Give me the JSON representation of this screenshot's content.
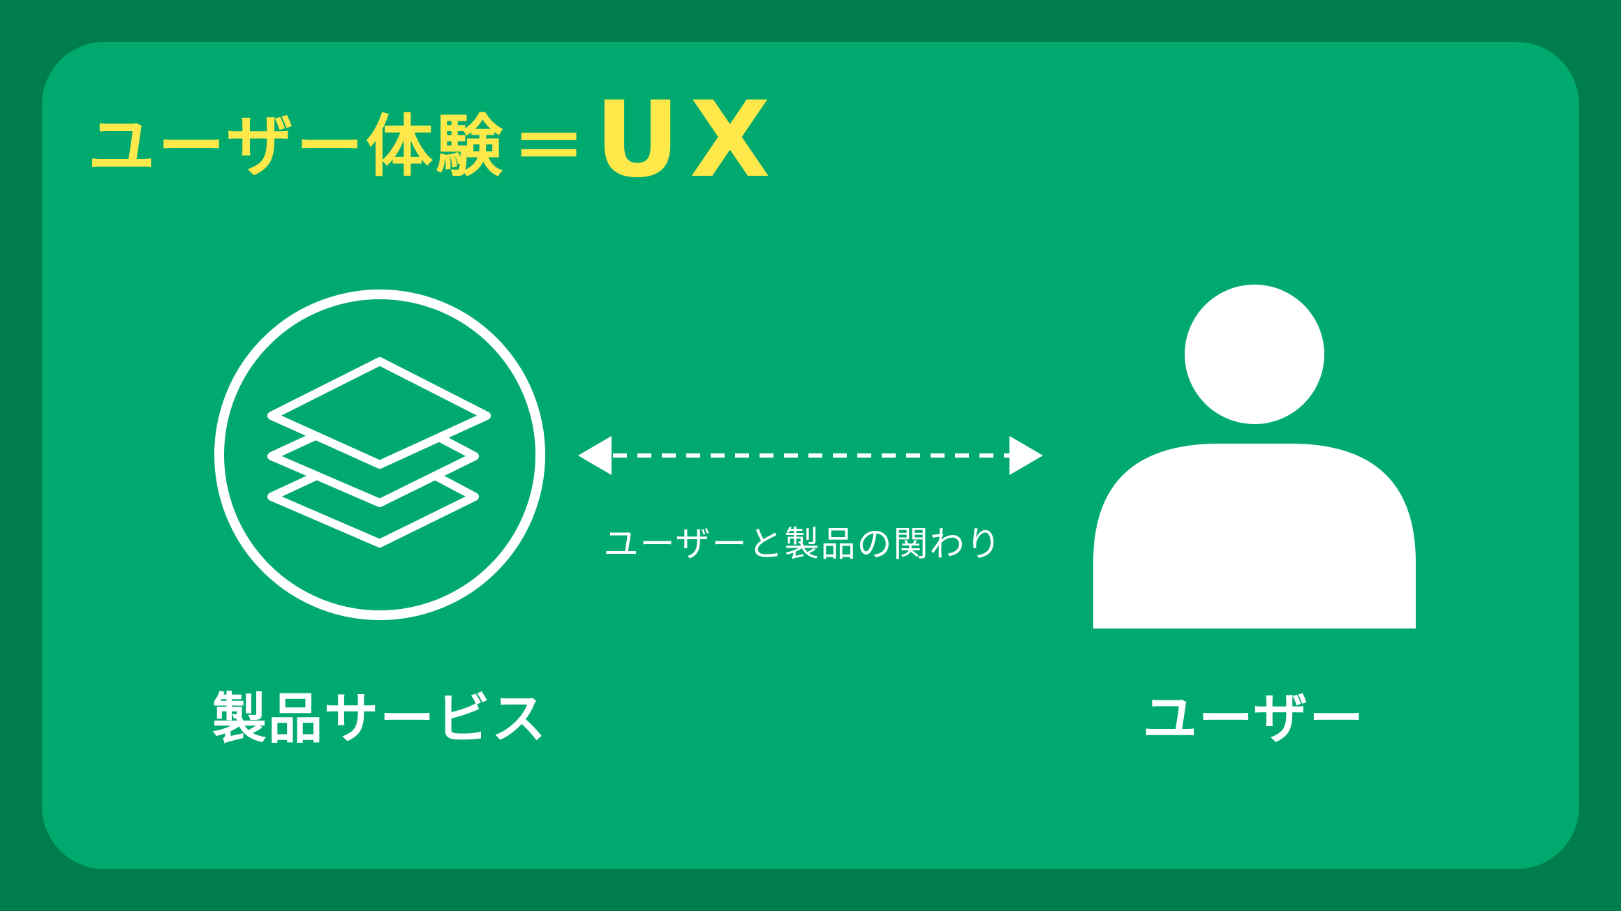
{
  "title": {
    "text": "ユーザー体験",
    "equals": "＝",
    "abbr": "UX"
  },
  "nodes": {
    "product": {
      "label": "製品サービス",
      "icon": "layers-icon"
    },
    "user": {
      "label": "ユーザー",
      "icon": "person-icon"
    }
  },
  "relation": {
    "label": "ユーザーと製品の関わり",
    "icon": "double-headed-dashed-arrow"
  },
  "colors": {
    "background": "#007d4c",
    "panel": "#00aa6e",
    "title": "#ffe94a",
    "foreground": "#ffffff"
  }
}
